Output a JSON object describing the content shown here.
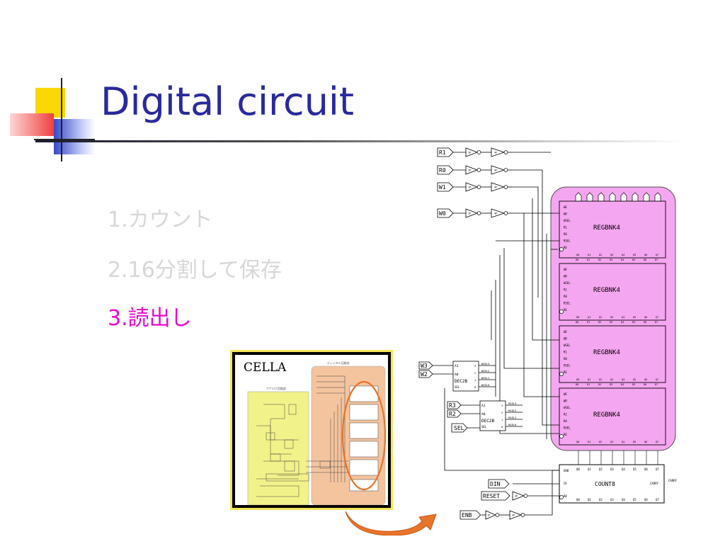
{
  "title": "Digital circuit",
  "bullets": [
    {
      "text": "1.カウント"
    },
    {
      "text": "2.16分割して保存"
    },
    {
      "text": "3.読出し"
    }
  ],
  "inset": {
    "label": "CELLA",
    "digital_title": "ディジタル回路部",
    "analog_title": "アナログ回路部"
  },
  "schematic": {
    "input_pins": [
      "R1",
      "R0",
      "W1",
      "W0"
    ],
    "buffer_labels": [
      "1P",
      "4P"
    ],
    "register_name": "REGBNK4",
    "register_ports": [
      "WE",
      "WD",
      "WSEL",
      "R1",
      "R0",
      "RSEL",
      "RE"
    ],
    "q_labels": [
      "Q0",
      "Q1",
      "Q2",
      "Q3",
      "Q4",
      "Q5",
      "Q6",
      "Q7"
    ],
    "d_labels": [
      "D0",
      "D1",
      "D2",
      "D3",
      "D4",
      "D5",
      "D6",
      "D7"
    ],
    "decoder_name": "DEC2B",
    "decoder_ports": [
      "A1",
      "A0",
      "SEL"
    ],
    "decoder_outputs": [
      "3",
      "2",
      "1",
      "0"
    ],
    "wsel_signals": [
      "WSEL3",
      "WSEL2",
      "WSEL1",
      "WSEL0"
    ],
    "rsel_signals": [
      "RSEL3",
      "RSEL2",
      "RSEL1",
      "RSEL0"
    ],
    "w_pins": [
      "W3",
      "W2"
    ],
    "r_pins": [
      "R3",
      "R2"
    ],
    "sel_pin": "SEL",
    "counter_name": "COUNT8",
    "counter_ports": [
      "ENB",
      "CK",
      "RB"
    ],
    "counter_outputs": [
      "Q0",
      "Q1",
      "Q2",
      "Q3",
      "Q4",
      "Q5",
      "Q6",
      "Q7"
    ],
    "carry_label": "CARRY",
    "bottom_pins": [
      "DIN",
      "RESET",
      "ENB"
    ]
  },
  "colors": {
    "title": "#2a2a9e",
    "dim_bullet": "#d7d7d7",
    "active_bullet": "#e60ad0",
    "register_fill": "#f5a6f0",
    "arrow": "#e8732a"
  }
}
